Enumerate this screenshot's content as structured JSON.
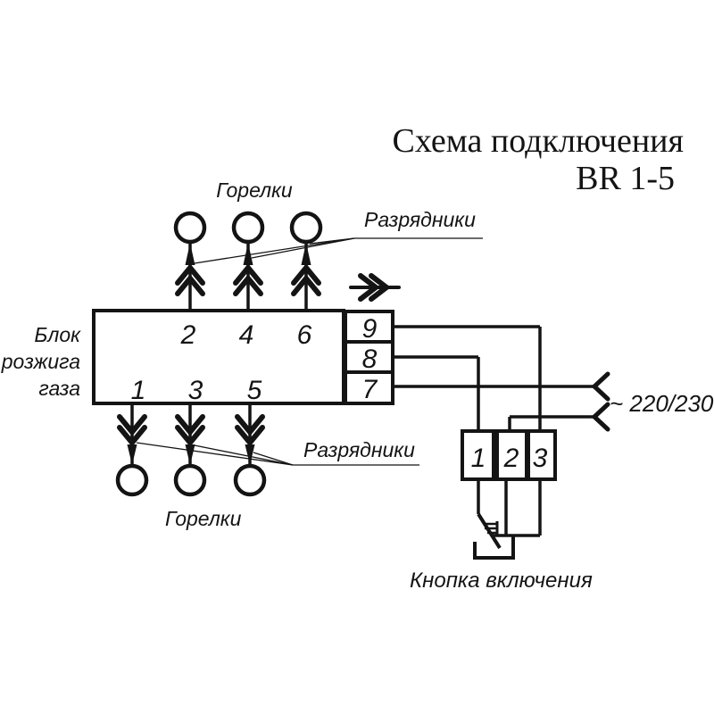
{
  "title": {
    "line1": "Схема подключения",
    "line2": "BR 1-5"
  },
  "block": {
    "name_line1": "Блок",
    "name_line2": "розжига",
    "name_line3": "газа",
    "top_terminals": [
      "2",
      "4",
      "6"
    ],
    "bottom_terminals": [
      "1",
      "3",
      "5"
    ],
    "right_terminals": [
      "9",
      "8",
      "7"
    ]
  },
  "connector": {
    "terminals": [
      "1",
      "2",
      "3"
    ]
  },
  "labels": {
    "burners_top": "Горелки",
    "burners_bottom": "Горелки",
    "spark_gaps_top": "Разрядники",
    "spark_gaps_bottom": "Разрядники",
    "power": "~ 220/230",
    "power_button": "Кнопка включения"
  },
  "colors": {
    "ink": "#141414",
    "background": "#ffffff"
  }
}
